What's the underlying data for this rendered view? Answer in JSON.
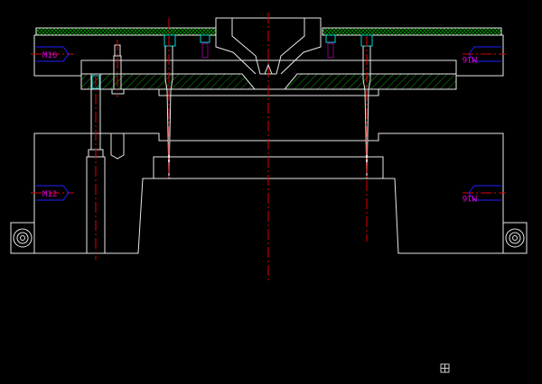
{
  "drawing": {
    "labels": {
      "upper_left": "M16",
      "upper_right": "M16",
      "lower_left": "M12",
      "lower_right": "M16"
    },
    "icons": {
      "viewport_control": "grid-icon"
    },
    "colors": {
      "background": "#000000",
      "outline": "#e8e8e8",
      "centerline": "#e00000",
      "hatch": "#00a000",
      "label": "#e000e0",
      "thread_box": "#2020ff",
      "fastener": "#00d0d0"
    }
  }
}
